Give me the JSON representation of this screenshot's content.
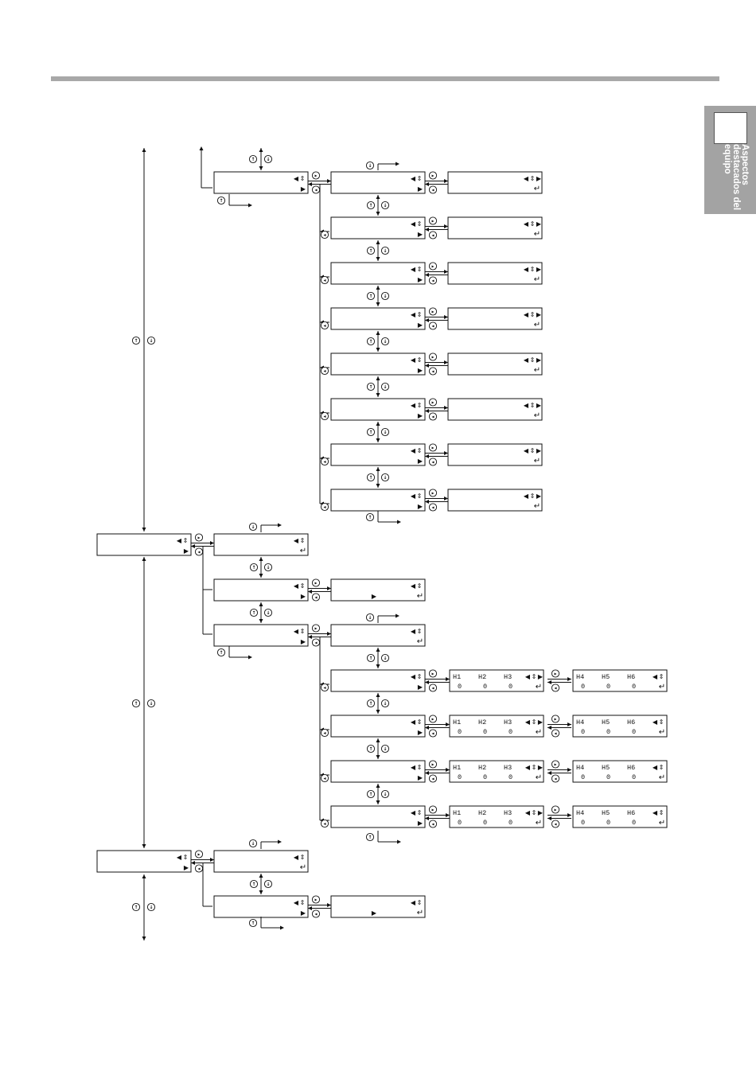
{
  "side_tab": {
    "label": "Aspectos destacados del equipo"
  },
  "icons": {
    "up": "up-arrow-key-icon",
    "down": "down-arrow-key-icon",
    "right": "right-arrow-key-icon",
    "left": "left-arrow-key-icon",
    "enter": "enter-return-icon",
    "updown": "up-down-selector-icon",
    "submenu": "submenu-right-arrow-icon"
  },
  "heads_panel": {
    "left_labels": [
      "H1",
      "H2",
      "H3"
    ],
    "right_labels": [
      "H4",
      "H5",
      "H6"
    ],
    "values": [
      "0",
      "0",
      "0"
    ]
  },
  "colors": {
    "rule": "#a8a8a8",
    "tab": "#a3a3a3",
    "line": "#111111"
  }
}
